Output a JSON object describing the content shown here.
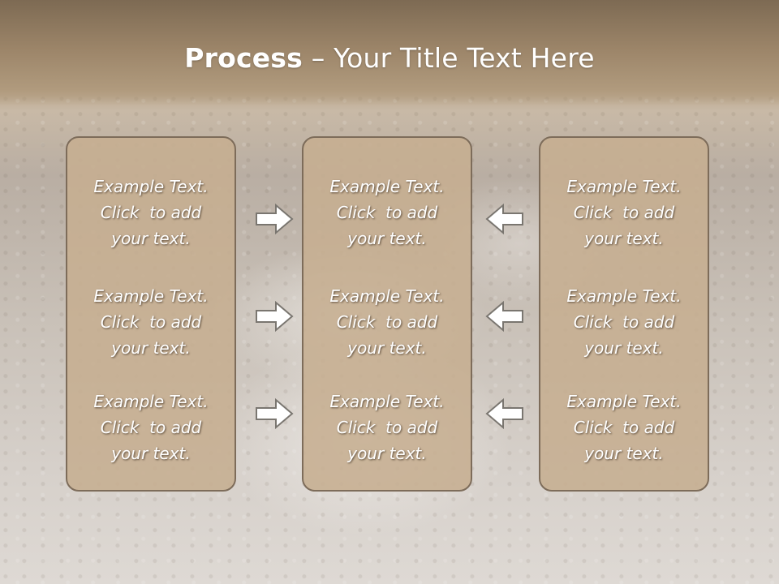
{
  "slide": {
    "title_bold": "Process",
    "title_sep": " – ",
    "title_rest": "Your Title Text Here"
  },
  "columns": [
    {
      "items": [
        {
          "line1": "Example Text.",
          "line2": "Click  to add",
          "line3": "your text."
        },
        {
          "line1": "Example Text.",
          "line2": "Click  to add",
          "line3": "your text."
        },
        {
          "line1": "Example Text.",
          "line2": "Click  to add",
          "line3": "your text."
        }
      ]
    },
    {
      "items": [
        {
          "line1": "Example Text.",
          "line2": "Click  to add",
          "line3": "your text."
        },
        {
          "line1": "Example Text.",
          "line2": "Click  to add",
          "line3": "your text."
        },
        {
          "line1": "Example Text.",
          "line2": "Click  to add",
          "line3": "your text."
        }
      ]
    },
    {
      "items": [
        {
          "line1": "Example Text.",
          "line2": "Click  to add",
          "line3": "your text."
        },
        {
          "line1": "Example Text.",
          "line2": "Click  to add",
          "line3": "your text."
        },
        {
          "line1": "Example Text.",
          "line2": "Click  to add",
          "line3": "your text."
        }
      ]
    }
  ],
  "icons": {
    "left_arrows": "arrow-right-icon",
    "right_arrows": "arrow-left-icon"
  },
  "colors": {
    "box_fill": "#c6ae91",
    "box_border": "#7d6c5a",
    "arrow_stroke": "#7a7670",
    "arrow_fill": "#ffffff",
    "title_text": "#ffffff"
  }
}
